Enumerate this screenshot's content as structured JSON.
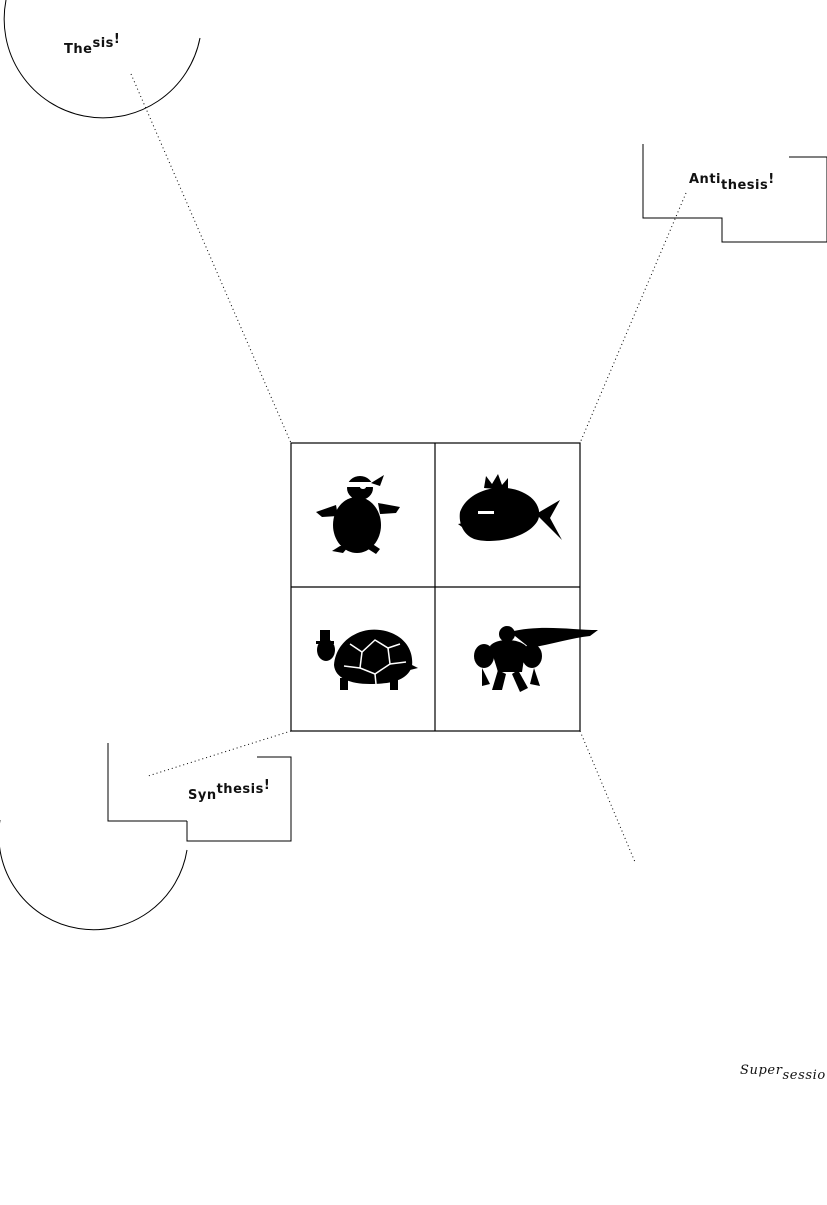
{
  "labels": {
    "thesis": {
      "base": "The",
      "raised": "sis",
      "bang": "!"
    },
    "antithesis": {
      "base": "Anti",
      "lowered": "thesis",
      "bang": "!"
    },
    "synthesis": {
      "base": "Syn",
      "raised": "thesis",
      "bang": "!"
    },
    "supersession": {
      "base": "Super",
      "lowered": "sessio"
    }
  },
  "grid": {
    "cells": [
      {
        "name": "penguin-ninja-icon"
      },
      {
        "name": "crowned-fish-icon"
      },
      {
        "name": "turtle-with-top-hat-icon"
      },
      {
        "name": "caped-strongman-icon"
      }
    ]
  },
  "colors": {
    "ink": "#000000",
    "background": "#ffffff"
  }
}
